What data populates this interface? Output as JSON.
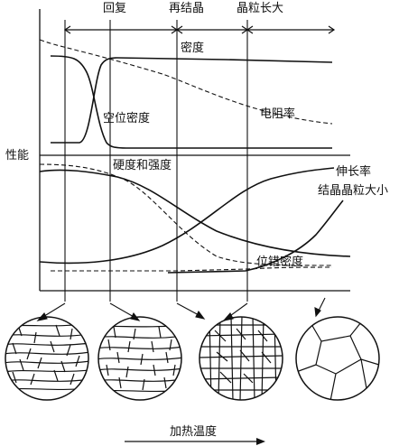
{
  "stages": {
    "recovery": "回复",
    "recrystallization": "再结晶",
    "grain_growth": "晶粒长大"
  },
  "y_axis_label": "性能",
  "x_axis_label": "加热温度",
  "curves_top": {
    "density": "密度",
    "vacancy_density": "空位密度",
    "resistivity": "电阻率"
  },
  "curves_bottom": {
    "hardness_strength": "硬度和强度",
    "elongation": "伸长率",
    "grain_size": "结晶晶粒大小",
    "dislocation_density": "位错密度"
  },
  "microstructures": [
    {
      "stage": "cold-worked",
      "shape": "elongated grains"
    },
    {
      "stage": "recovery",
      "shape": "polygonized elongated grains"
    },
    {
      "stage": "recrystallization",
      "shape": "fine equiaxed grains"
    },
    {
      "stage": "grain growth",
      "shape": "coarse equiaxed grains"
    }
  ]
}
